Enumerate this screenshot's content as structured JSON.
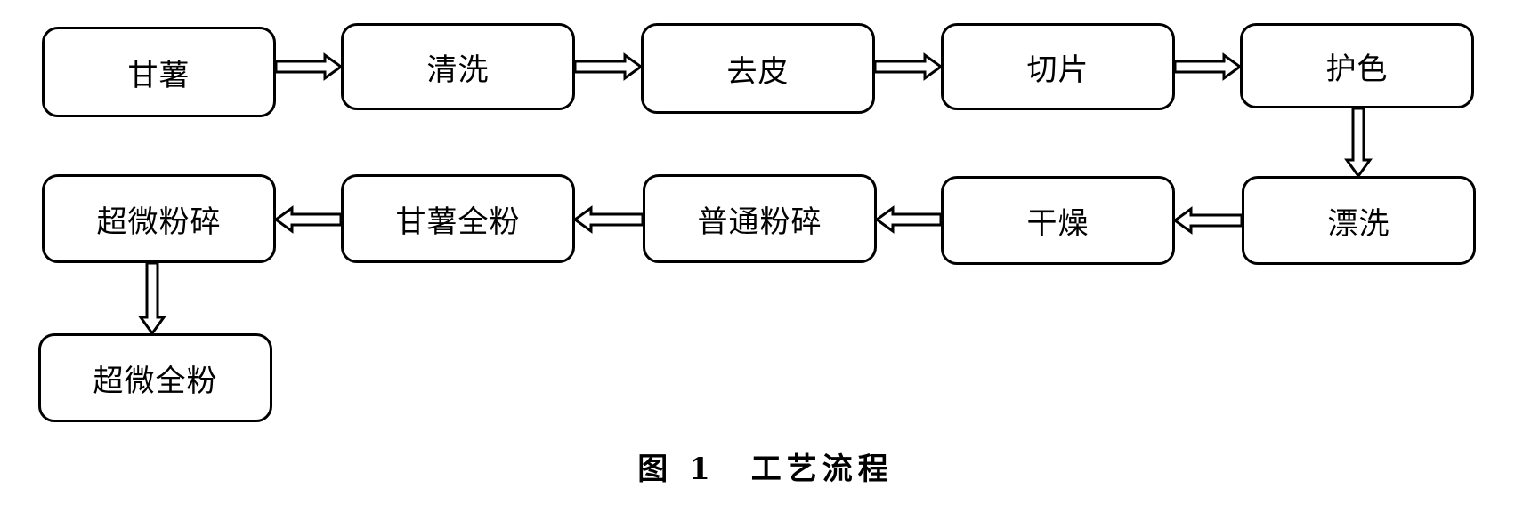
{
  "nodes": [
    {
      "id": "ganshu",
      "label": "甘薯"
    },
    {
      "id": "qingxi",
      "label": "清洗"
    },
    {
      "id": "qupi",
      "label": "去皮"
    },
    {
      "id": "qiepian",
      "label": "切片"
    },
    {
      "id": "husе",
      "label": "护色"
    },
    {
      "id": "piaoxi",
      "label": "漂洗"
    },
    {
      "id": "ganzao",
      "label": "干燥"
    },
    {
      "id": "putongfensui",
      "label": "普通粉碎"
    },
    {
      "id": "ganshuquanfen",
      "label": "甘薯全粉"
    },
    {
      "id": "chaoweifensui",
      "label": "超微粉碎"
    },
    {
      "id": "chaoweiquanfen",
      "label": "超微全粉"
    }
  ],
  "caption": {
    "figure": "图 1",
    "title": "工艺流程"
  }
}
